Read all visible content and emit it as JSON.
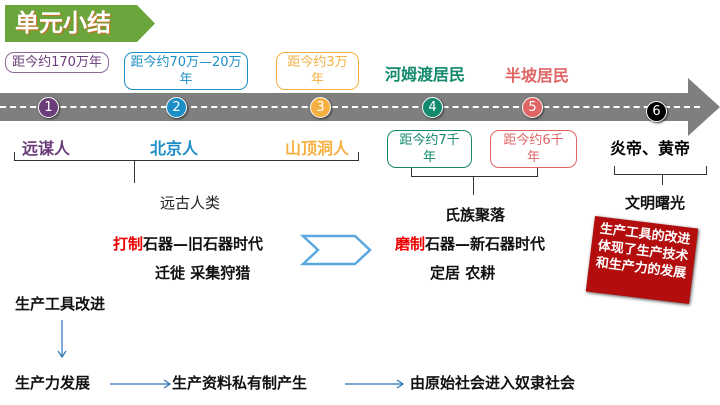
{
  "title": "单元小结",
  "timeline": [
    {
      "num": "1",
      "date": "距今约170万年",
      "name": "远谋人",
      "color": "#6a3d7a"
    },
    {
      "num": "2",
      "date": "距今约70万—20万年",
      "name": "北京人",
      "color": "#1c8fc6"
    },
    {
      "num": "3",
      "date": "距今约3万年",
      "name": "山顶洞人",
      "color": "#f5b041"
    },
    {
      "num": "4",
      "date": "距今约7千年",
      "name": "河姆渡居民",
      "color": "#138a6e"
    },
    {
      "num": "5",
      "date": "距今约6千年",
      "name": "半坡居民",
      "color": "#e06666"
    },
    {
      "num": "6",
      "name": "炎帝、黄帝",
      "color": "#000000"
    }
  ],
  "groups": {
    "g1": "远古人类",
    "g2": "氏族聚落",
    "g3": "文明曙光"
  },
  "left": {
    "hl": "打制",
    "rest": "石器—旧石器时代",
    "life": "迁徙 采集狩猎"
  },
  "right": {
    "hl": "磨制",
    "rest": "石器—新石器时代",
    "life": "定居 农耕"
  },
  "note": "生产工具的改进体现了生产技术和生产力的发展",
  "flow": {
    "a": "生产工具改进",
    "b": "生产力发展",
    "c": "生产资料私有制产生",
    "d": "由原始社会进入奴隶社会"
  }
}
